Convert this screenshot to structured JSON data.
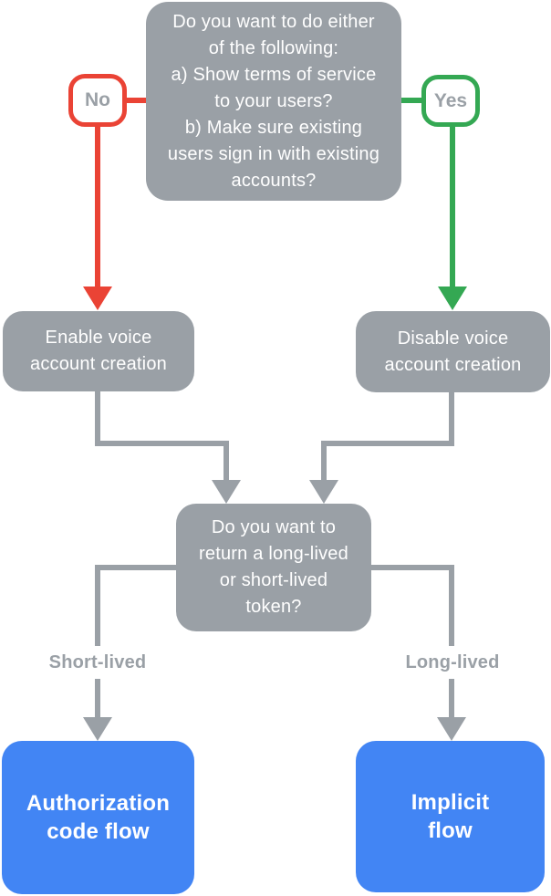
{
  "palette": {
    "gray": "#9AA0A6",
    "red": "#EA4335",
    "green": "#34A853",
    "blue": "#4285F4",
    "white": "#FFFFFF"
  },
  "flowchart": {
    "top_question": "Do you want to do either\nof the following:\na) Show terms of service\nto your users?\nb) Make sure existing\nusers sign in with existing\naccounts?",
    "no_label": "No",
    "yes_label": "Yes",
    "enable_action": "Enable voice\naccount creation",
    "disable_action": "Disable voice\naccount creation",
    "token_question": "Do you want to\nreturn a long-lived\nor short-lived\ntoken?",
    "short_lived_label": "Short-lived",
    "long_lived_label": "Long-lived",
    "auth_flow": "Authorization\ncode flow",
    "implicit_flow": "Implicit\nflow"
  }
}
